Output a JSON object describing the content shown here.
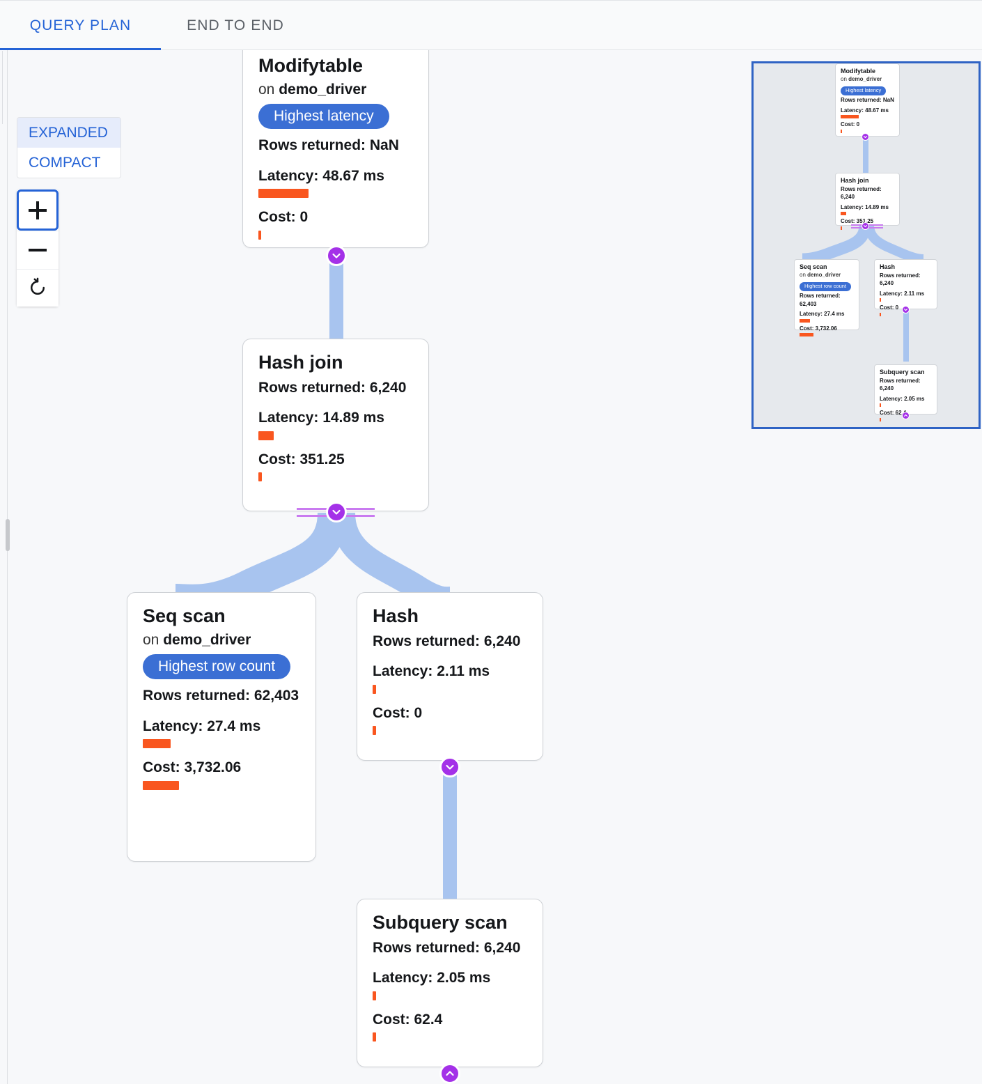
{
  "tabs": [
    {
      "label": "QUERY PLAN",
      "active": true
    },
    {
      "label": "END TO END",
      "active": false
    }
  ],
  "mode_toggle": {
    "expanded_label": "EXPANDED",
    "compact_label": "COMPACT",
    "selected": "EXPANDED"
  },
  "zoom_controls": {
    "zoom_in_label": "+",
    "zoom_out_label": "−",
    "reset_label": "↺"
  },
  "colors": {
    "accent_blue": "#2563d6",
    "badge_blue": "#3b6fd4",
    "bar_orange": "#f9561f",
    "edge_blue": "#a8c4ef",
    "chevron_purple": "#a431e8",
    "chevron_rail": "#c97bf0",
    "minimap_bg": "#e6e9ed",
    "minimap_border": "#2f63c4",
    "canvas_bg": "#f7f8fa"
  },
  "labels": {
    "rows_returned": "Rows returned:",
    "latency": "Latency:",
    "cost": "Cost:",
    "on": "on"
  },
  "nodes": [
    {
      "id": "modifytable",
      "title": "Modifytable",
      "relation": "demo_driver",
      "badge": "Highest latency",
      "rows_returned": "Rows returned: NaN",
      "latency": "Latency: 48.67 ms",
      "latency_bar_pct": 100,
      "cost": "Cost: 0",
      "cost_bar_pct": 2
    },
    {
      "id": "hashjoin",
      "title": "Hash join",
      "relation": null,
      "badge": null,
      "rows_returned": "Rows returned: 6,240",
      "latency": "Latency: 14.89 ms",
      "latency_bar_pct": 31,
      "cost": "Cost: 351.25",
      "cost_bar_pct": 5
    },
    {
      "id": "seqscan",
      "title": "Seq scan",
      "relation": "demo_driver",
      "badge": "Highest row count",
      "rows_returned": "Rows returned: 62,403",
      "latency": "Latency: 27.4 ms",
      "latency_bar_pct": 56,
      "cost": "Cost: 3,732.06",
      "cost_bar_pct": 100
    },
    {
      "id": "hash",
      "title": "Hash",
      "relation": null,
      "badge": null,
      "rows_returned": "Rows returned: 6,240",
      "latency": "Latency: 2.11 ms",
      "latency_bar_pct": 4,
      "cost": "Cost: 0",
      "cost_bar_pct": 2
    },
    {
      "id": "subqueryscan",
      "title": "Subquery scan",
      "relation": null,
      "badge": null,
      "rows_returned": "Rows returned: 6,240",
      "latency": "Latency: 2.05 ms",
      "latency_bar_pct": 4,
      "cost": "Cost: 62.4",
      "cost_bar_pct": 2
    }
  ],
  "edges": [
    {
      "from": "modifytable",
      "to": "hashjoin"
    },
    {
      "from": "hashjoin",
      "to": "seqscan"
    },
    {
      "from": "hashjoin",
      "to": "hash"
    },
    {
      "from": "hash",
      "to": "subqueryscan"
    }
  ],
  "minimap": {
    "viewport_visible": true
  }
}
